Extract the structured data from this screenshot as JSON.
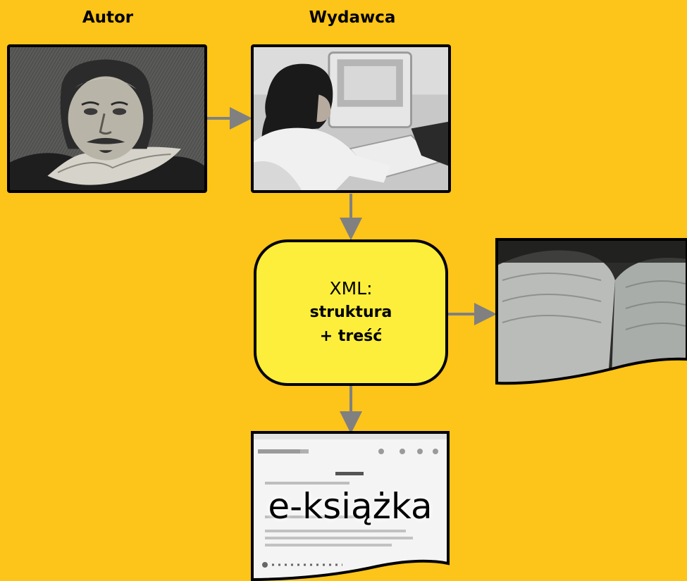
{
  "labels": {
    "author": "Autor",
    "publisher": "Wydawca"
  },
  "xml_box": {
    "title": "XML:",
    "line1": "struktura",
    "line2": "+ treść"
  },
  "ebook": {
    "word": "e-książka"
  },
  "colors": {
    "background": "#FDC419",
    "xml_fill": "#FCEE3B",
    "arrow": "#808080",
    "border": "#000000"
  },
  "images": {
    "author": "shakespeare-portrait",
    "publisher": "person-at-computer-photo",
    "print": "open-printed-book-photo",
    "ebook": "tablet-screen-document"
  }
}
